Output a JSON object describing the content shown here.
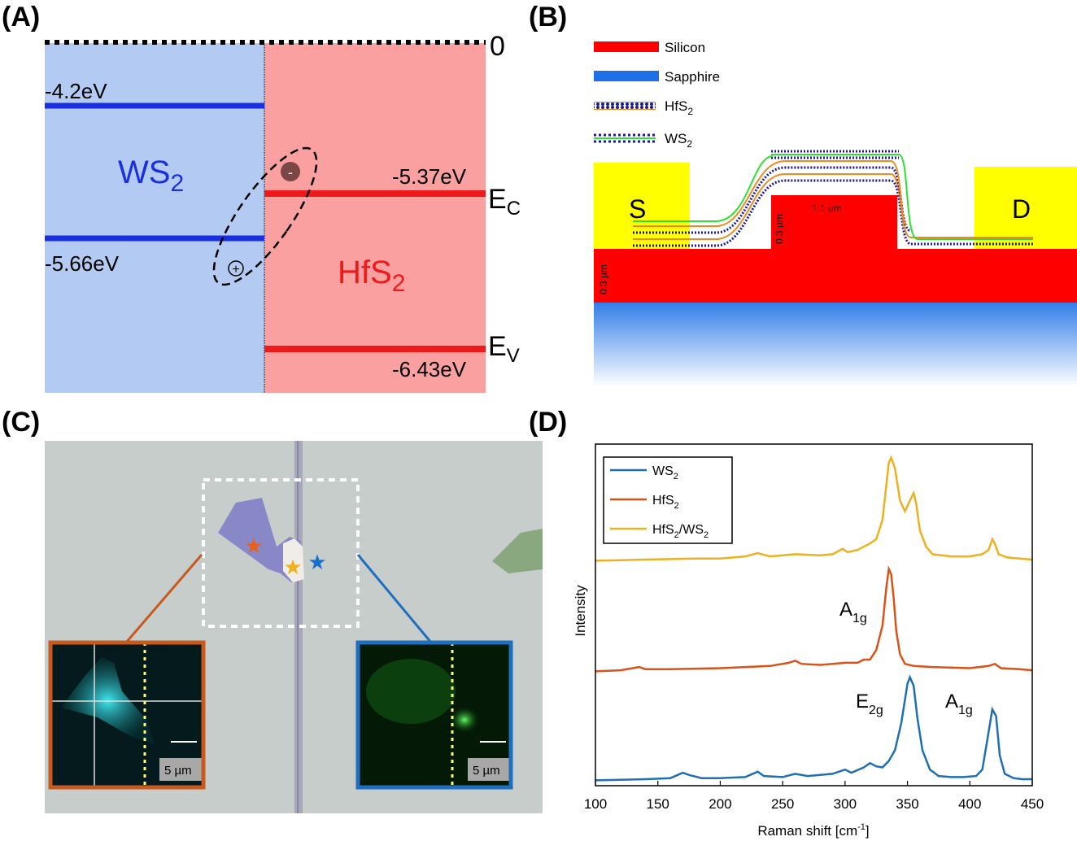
{
  "panels": {
    "a": "(A)",
    "b": "(B)",
    "c": "(C)",
    "d": "(D)"
  },
  "band_diagram": {
    "zero_label": "0",
    "left_material": "WS",
    "left_material_sub": "2",
    "right_material": "HfS",
    "right_material_sub": "2",
    "levels": {
      "ws2_cb": "-4.2eV",
      "ws2_vb": "-5.66eV",
      "hfs2_cb": "-5.37eV",
      "hfs2_vb": "-6.43eV"
    },
    "ec_label": "E",
    "ec_sub": "C",
    "ev_label": "E",
    "ev_sub": "V",
    "electron_symbol": "-",
    "hole_symbol": "+",
    "colors": {
      "ws2_fill": "#b3cbf3",
      "hfs2_fill": "#fba0a0",
      "ws2_line": "#1a2fe0",
      "hfs2_line": "#ee1a1a"
    }
  },
  "device": {
    "legend": [
      {
        "label": "Silicon",
        "color": "#ff0000"
      },
      {
        "label": "Sapphire",
        "color": "#1f6fe8"
      },
      {
        "label": "HfS",
        "sub": "2"
      },
      {
        "label": "WS",
        "sub": "2"
      }
    ],
    "source_label": "S",
    "drain_label": "D",
    "dim_step_height": "0.3 µm",
    "dim_step_width": "1.1 µm",
    "dim_base_height": "0.3 µm",
    "colors": {
      "silicon": "#ff0000",
      "contact": "#ffff00",
      "hfs2": "#f08a20",
      "ws2": "#30e030",
      "atoms": "#1a1a9a"
    }
  },
  "micrograph": {
    "scale_left": "5 µm",
    "scale_right": "5 µm",
    "colors": {
      "background": "#c6cdcb",
      "orange_frame": "#c85a20",
      "blue_frame": "#1e6fc0",
      "star_orange": "#e8601c",
      "star_yellow": "#f0b020",
      "star_blue": "#1a70c8"
    }
  },
  "chart_data": {
    "type": "line",
    "xlabel": "Raman shift [cm",
    "xlabel_sup": "-1",
    "xlabel_end": "]",
    "ylabel": "Intensity",
    "xlim": [
      100,
      450
    ],
    "xticks": [
      100,
      150,
      200,
      250,
      300,
      350,
      400,
      450
    ],
    "grid": false,
    "legend_position": "top-left",
    "series": [
      {
        "name": "WS",
        "name_sub": "2",
        "color": "#1f6fb4",
        "x": [
          100,
          120,
          140,
          160,
          170,
          175,
          185,
          200,
          220,
          230,
          235,
          250,
          260,
          270,
          290,
          300,
          305,
          315,
          320,
          325,
          330,
          335,
          340,
          345,
          350,
          352,
          355,
          358,
          362,
          368,
          375,
          385,
          395,
          405,
          410,
          414,
          418,
          421,
          424,
          428,
          435,
          442,
          450
        ],
        "y": [
          0.02,
          0.025,
          0.03,
          0.04,
          0.09,
          0.07,
          0.04,
          0.04,
          0.05,
          0.1,
          0.06,
          0.05,
          0.08,
          0.06,
          0.08,
          0.12,
          0.09,
          0.14,
          0.18,
          0.15,
          0.14,
          0.2,
          0.3,
          0.55,
          0.92,
          0.98,
          0.9,
          0.6,
          0.3,
          0.12,
          0.06,
          0.05,
          0.05,
          0.06,
          0.12,
          0.4,
          0.68,
          0.62,
          0.25,
          0.08,
          0.04,
          0.03,
          0.03
        ]
      },
      {
        "name": "HfS",
        "name_sub": "2",
        "color": "#d95319",
        "x": [
          100,
          120,
          130,
          135,
          140,
          160,
          200,
          240,
          255,
          260,
          265,
          280,
          300,
          310,
          315,
          320,
          325,
          330,
          333,
          335,
          337,
          339,
          341,
          344,
          348,
          355,
          370,
          400,
          415,
          420,
          425,
          440,
          450
        ],
        "y": [
          0.02,
          0.03,
          0.05,
          0.06,
          0.04,
          0.04,
          0.05,
          0.07,
          0.1,
          0.12,
          0.09,
          0.08,
          0.1,
          0.1,
          0.13,
          0.13,
          0.22,
          0.45,
          0.8,
          0.98,
          0.93,
          0.7,
          0.4,
          0.18,
          0.09,
          0.07,
          0.06,
          0.05,
          0.07,
          0.09,
          0.05,
          0.04,
          0.03
        ]
      },
      {
        "name": "HfS",
        "name_sub": "2",
        "name_mid": "/WS",
        "name_sub2": "2",
        "color": "#edb120",
        "x": [
          100,
          140,
          180,
          200,
          220,
          230,
          240,
          260,
          280,
          290,
          298,
          302,
          310,
          320,
          325,
          330,
          333,
          335,
          337,
          340,
          344,
          348,
          352,
          355,
          357,
          360,
          365,
          370,
          385,
          400,
          410,
          415,
          418,
          420,
          423,
          430,
          440,
          450
        ],
        "y": [
          0.02,
          0.03,
          0.04,
          0.04,
          0.06,
          0.09,
          0.06,
          0.08,
          0.07,
          0.08,
          0.13,
          0.1,
          0.12,
          0.18,
          0.22,
          0.4,
          0.72,
          0.93,
          0.98,
          0.88,
          0.58,
          0.48,
          0.58,
          0.65,
          0.55,
          0.3,
          0.15,
          0.08,
          0.06,
          0.06,
          0.08,
          0.12,
          0.22,
          0.18,
          0.08,
          0.05,
          0.04,
          0.03
        ]
      }
    ],
    "annotations": [
      {
        "text": "A",
        "sub": "1g",
        "x": 333
      },
      {
        "text": "E",
        "sub": "2g",
        "x": 346
      },
      {
        "text": "A",
        "sub": "1g",
        "x": 410
      }
    ]
  }
}
